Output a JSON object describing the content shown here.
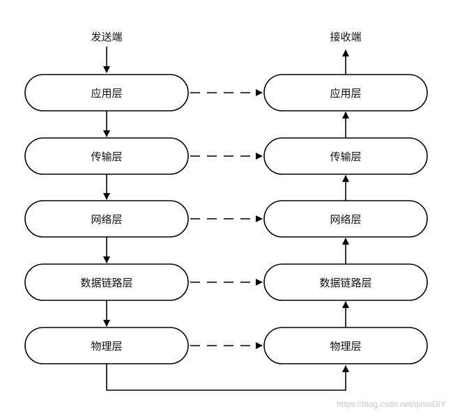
{
  "sender": {
    "title": "发送端",
    "layers": [
      "应用层",
      "传输层",
      "网络层",
      "数据链路层",
      "物理层"
    ]
  },
  "receiver": {
    "title": "接收端",
    "layers": [
      "应用层",
      "传输层",
      "网络层",
      "数据链路层",
      "物理层"
    ]
  },
  "watermark": "https://blog.csdn.net/qimoDIY",
  "colors": {
    "stroke": "#000000",
    "fill": "#ffffff",
    "text": "#111111"
  }
}
